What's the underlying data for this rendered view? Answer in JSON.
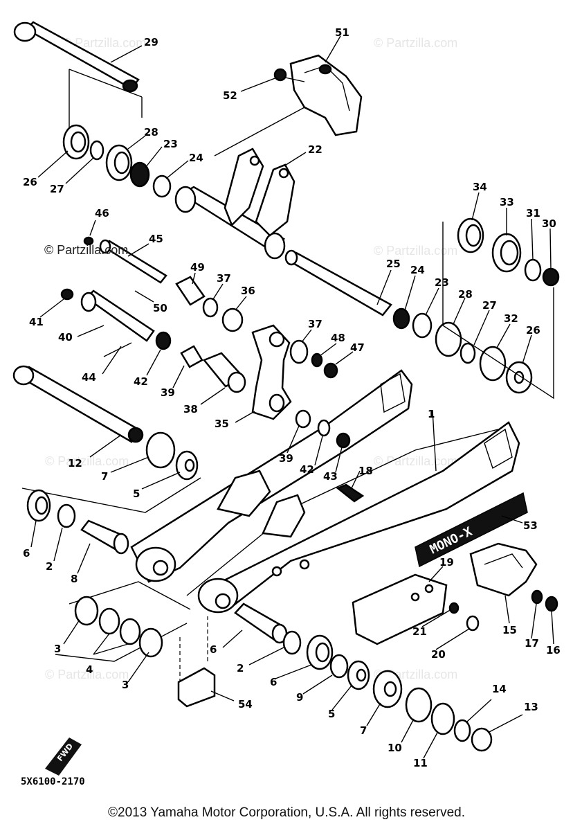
{
  "diagram": {
    "part_labels": [
      "29",
      "51",
      "52",
      "28",
      "23",
      "24",
      "22",
      "26",
      "27",
      "46",
      "45",
      "34",
      "33",
      "31",
      "30",
      "49",
      "37",
      "36",
      "25",
      "24",
      "23",
      "41",
      "50",
      "28",
      "27",
      "32",
      "26",
      "40",
      "37",
      "48",
      "47",
      "44",
      "42",
      "39",
      "38",
      "12",
      "35",
      "1",
      "39",
      "42",
      "43",
      "18",
      "7",
      "5",
      "6",
      "2",
      "53",
      "8",
      "19",
      "21",
      "20",
      "15",
      "17",
      "16",
      "3",
      "4",
      "3",
      "6",
      "2",
      "6",
      "9",
      "5",
      "7",
      "54",
      "10",
      "11",
      "14",
      "13"
    ],
    "drawing_code": "5X6100-2170",
    "fwd_tag": "FWD",
    "monocross_decal": "MONO-X",
    "watermark": "© Partzilla.com",
    "watermark_logo": "© Partzilla.com"
  },
  "footer": {
    "copyright": "©2013 Yamaha Motor Corporation, U.S.A. All rights reserved."
  }
}
